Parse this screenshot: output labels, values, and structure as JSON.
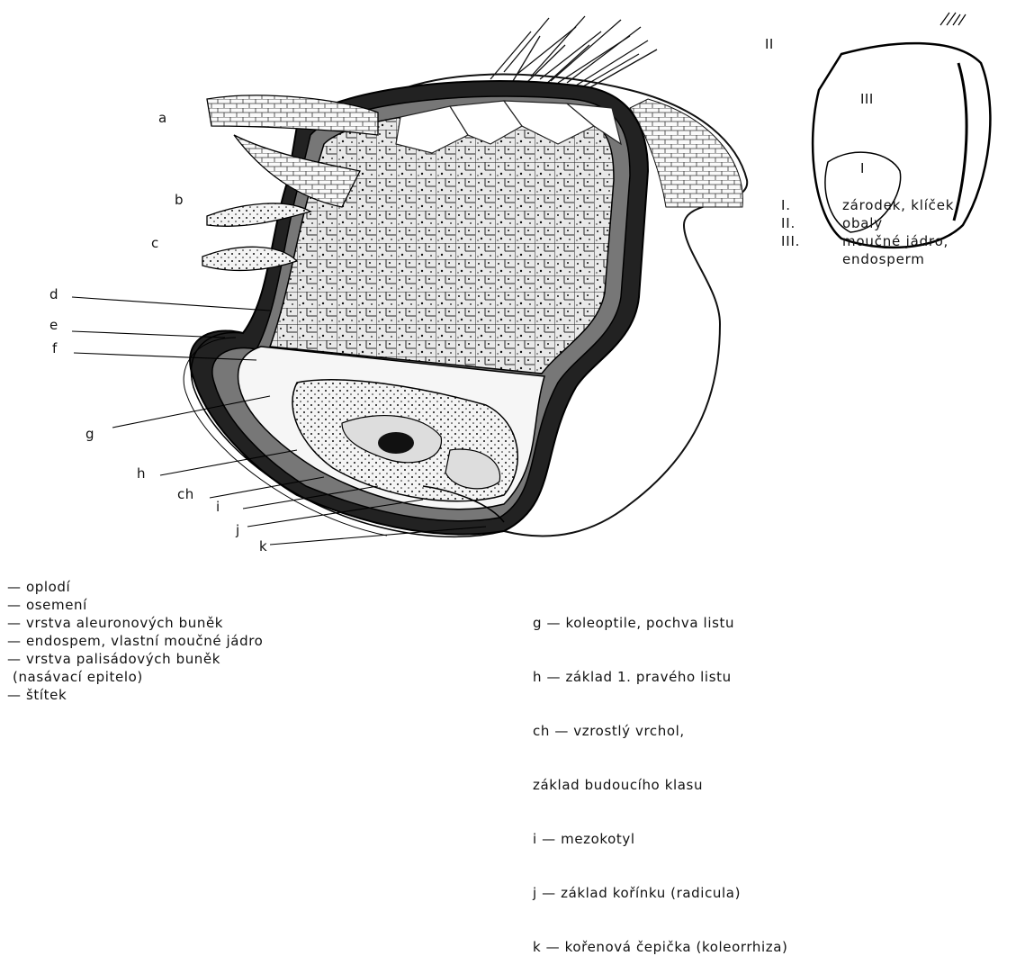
{
  "letters": {
    "a": "a",
    "b": "b",
    "c": "c",
    "d": "d",
    "e": "e",
    "f": "f",
    "g": "g",
    "h": "h",
    "ch": "ch",
    "i": "i",
    "j": "j",
    "k": "k"
  },
  "inset": {
    "label_II": "II",
    "label_III": "III",
    "label_I": "I",
    "legend": [
      {
        "num": "I.",
        "text": "zárodek, klíček"
      },
      {
        "num": "II.",
        "text": "obaly"
      },
      {
        "num": "III.",
        "text": "moučné jádro,"
      },
      {
        "num": "",
        "text": "endosperm"
      }
    ]
  },
  "legend_left": [
    "— oplodí",
    "— osemení",
    "— vrstva aleuronových buněk",
    "— endospem, vlastní moučné jádro",
    "— vrstva palisádových buněk",
    "(nasávací epitelo)",
    "— štítek"
  ],
  "legend_right": [
    "g   — koleoptile, pochva listu",
    "h   — základ 1. pravého listu",
    "ch — vzrostlý vrchol,",
    "        základ budoucího klasu",
    "i    — mezokotyl",
    "j    — základ kořínku (radicula)",
    "k   — kořenová čepička (koleorrhiza)"
  ]
}
